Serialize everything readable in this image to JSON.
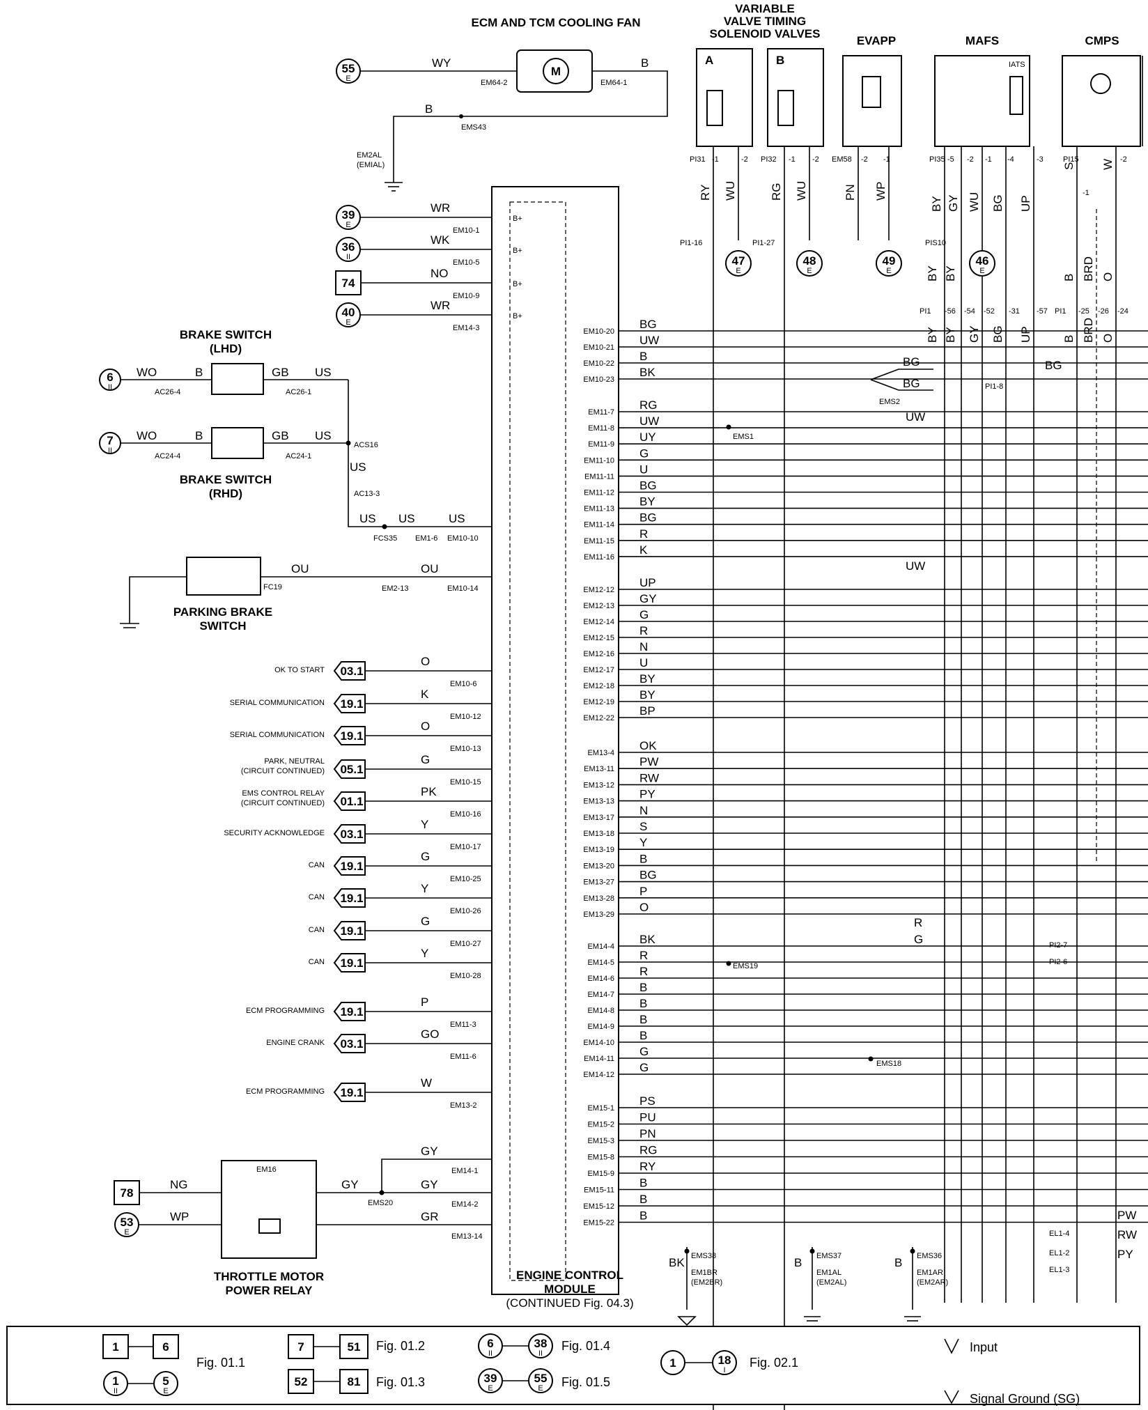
{
  "components": {
    "cooling_fan": "ECM AND TCM COOLING FAN",
    "vvt_line1": "VARIABLE",
    "vvt_line2": "VALVE TIMING",
    "vvt_line3": "SOLENOID VALVES",
    "vvt_a": "A",
    "vvt_b": "B",
    "evapp": "EVAPP",
    "mafs": "MAFS",
    "iats": "IATS",
    "cmps": "CMPS",
    "brake_lhd_1": "BRAKE SWITCH",
    "brake_lhd_2": "(LHD)",
    "brake_rhd_1": "BRAKE SWITCH",
    "brake_rhd_2": "(RHD)",
    "parking_1": "PARKING BRAKE",
    "parking_2": "SWITCH",
    "relay_1": "THROTTLE MOTOR",
    "relay_2": "POWER RELAY",
    "relay_id": "EM16",
    "ecm_1": "ENGINE CONTROL",
    "ecm_2": "MODULE",
    "ecm_3": "(CONTINUED Fig. 04.3)"
  },
  "top_refs": [
    {
      "num": "55",
      "sub": "E"
    },
    {
      "num": "39",
      "sub": "E"
    },
    {
      "num": "36",
      "sub": "II"
    },
    {
      "num": "74",
      "sub": ""
    },
    {
      "num": "40",
      "sub": "E"
    },
    {
      "num": "6",
      "sub": "II"
    },
    {
      "num": "7",
      "sub": "II"
    },
    {
      "num": "78",
      "sub": ""
    },
    {
      "num": "53",
      "sub": "E"
    },
    {
      "num": "47",
      "sub": "E"
    },
    {
      "num": "48",
      "sub": "E"
    },
    {
      "num": "49",
      "sub": "E"
    },
    {
      "num": "46",
      "sub": "E"
    }
  ],
  "top_labels": {
    "fan_wire_left": "WY",
    "fan_wire_right": "B",
    "fan_conn_left": "EM64-2",
    "fan_conn_right": "EM64-1",
    "fan_ground_wire": "B",
    "fan_splice": "EMS43",
    "fan_ground_1": "EM2AL",
    "fan_ground_2": "(EMIAL)"
  },
  "power_inputs": [
    {
      "wire": "WR",
      "conn": "EM10-1",
      "pin": "B+"
    },
    {
      "wire": "WK",
      "conn": "EM10-5",
      "pin": "B+"
    },
    {
      "wire": "NO",
      "conn": "EM10-9",
      "pin": "B+"
    },
    {
      "wire": "WR",
      "conn": "EM14-3",
      "pin": "B+"
    }
  ],
  "brake_labels": {
    "wo": "WO",
    "b": "B",
    "gb": "GB",
    "us": "US",
    "lhd_left": "AC26-4",
    "lhd_right": "AC26-1",
    "rhd_left": "AC24-4",
    "rhd_right": "AC24-1",
    "splice1": "ACS16",
    "conn_ac13": "AC13-3",
    "fcs35": "FCS35",
    "em1_6": "EM1-6",
    "em10_10": "EM10-10",
    "ou": "OU",
    "fc19": "FC19",
    "em2_13": "EM2-13",
    "em10_14": "EM10-14"
  },
  "left_signals": [
    {
      "label": "OK TO START",
      "ref": "03.1",
      "wire": "O",
      "conn": "EM10-6"
    },
    {
      "label": "SERIAL COMMUNICATION",
      "ref": "19.1",
      "wire": "K",
      "conn": "EM10-12"
    },
    {
      "label": "SERIAL COMMUNICATION",
      "ref": "19.1",
      "wire": "O",
      "conn": "EM10-13"
    },
    {
      "label": "PARK, NEUTRAL",
      "label2": "(CIRCUIT CONTINUED)",
      "ref": "05.1",
      "wire": "G",
      "conn": "EM10-15"
    },
    {
      "label": "EMS CONTROL RELAY",
      "label2": "(CIRCUIT CONTINUED)",
      "ref": "01.1",
      "wire": "PK",
      "conn": "EM10-16"
    },
    {
      "label": "SECURITY ACKNOWLEDGE",
      "ref": "03.1",
      "wire": "Y",
      "conn": "EM10-17"
    },
    {
      "label": "CAN",
      "ref": "19.1",
      "wire": "G",
      "conn": "EM10-25"
    },
    {
      "label": "CAN",
      "ref": "19.1",
      "wire": "Y",
      "conn": "EM10-26"
    },
    {
      "label": "CAN",
      "ref": "19.1",
      "wire": "G",
      "conn": "EM10-27"
    },
    {
      "label": "CAN",
      "ref": "19.1",
      "wire": "Y",
      "conn": "EM10-28"
    },
    {
      "label": "ECM PROGRAMMING",
      "ref": "19.1",
      "wire": "P",
      "conn": "EM11-3"
    },
    {
      "label": "ENGINE CRANK",
      "ref": "03.1",
      "wire": "GO",
      "conn": "EM11-6"
    },
    {
      "label": "ECM PROGRAMMING",
      "ref": "19.1",
      "wire": "W",
      "conn": "EM13-2"
    }
  ],
  "relay_labels": {
    "ng": "NG",
    "wp": "WP",
    "gy": "GY",
    "gr": "GR",
    "ems20": "EMS20",
    "em14_1": "EM14-1",
    "em14_2": "EM14-2",
    "em13_14": "EM13-14"
  },
  "right_pins": [
    {
      "conn": "EM10-20",
      "wire": "BG"
    },
    {
      "conn": "EM10-21",
      "wire": "UW"
    },
    {
      "conn": "EM10-22",
      "wire": "B"
    },
    {
      "conn": "EM10-23",
      "wire": "BK"
    },
    {
      "conn": "EM11-7",
      "wire": "RG"
    },
    {
      "conn": "EM11-8",
      "wire": "UW"
    },
    {
      "conn": "EM11-9",
      "wire": "UY"
    },
    {
      "conn": "EM11-10",
      "wire": "G"
    },
    {
      "conn": "EM11-11",
      "wire": "U"
    },
    {
      "conn": "EM11-12",
      "wire": "BG"
    },
    {
      "conn": "EM11-13",
      "wire": "BY"
    },
    {
      "conn": "EM11-14",
      "wire": "BG"
    },
    {
      "conn": "EM11-15",
      "wire": "R"
    },
    {
      "conn": "EM11-16",
      "wire": "K"
    },
    {
      "conn": "EM12-12",
      "wire": "UP"
    },
    {
      "conn": "EM12-13",
      "wire": "GY"
    },
    {
      "conn": "EM12-14",
      "wire": "G"
    },
    {
      "conn": "EM12-15",
      "wire": "R"
    },
    {
      "conn": "EM12-16",
      "wire": "N"
    },
    {
      "conn": "EM12-17",
      "wire": "U"
    },
    {
      "conn": "EM12-18",
      "wire": "BY"
    },
    {
      "conn": "EM12-19",
      "wire": "BY"
    },
    {
      "conn": "EM12-22",
      "wire": "BP"
    },
    {
      "conn": "EM13-4",
      "wire": "OK"
    },
    {
      "conn": "EM13-11",
      "wire": "PW"
    },
    {
      "conn": "EM13-12",
      "wire": "RW"
    },
    {
      "conn": "EM13-13",
      "wire": "PY"
    },
    {
      "conn": "EM13-17",
      "wire": "N"
    },
    {
      "conn": "EM13-18",
      "wire": "S"
    },
    {
      "conn": "EM13-19",
      "wire": "Y"
    },
    {
      "conn": "EM13-20",
      "wire": "B"
    },
    {
      "conn": "EM13-27",
      "wire": "BG"
    },
    {
      "conn": "EM13-28",
      "wire": "P"
    },
    {
      "conn": "EM13-29",
      "wire": "O"
    },
    {
      "conn": "EM14-4",
      "wire": "BK"
    },
    {
      "conn": "EM14-5",
      "wire": "R"
    },
    {
      "conn": "EM14-6",
      "wire": "R"
    },
    {
      "conn": "EM14-7",
      "wire": "B"
    },
    {
      "conn": "EM14-8",
      "wire": "B"
    },
    {
      "conn": "EM14-9",
      "wire": "B"
    },
    {
      "conn": "EM14-10",
      "wire": "B"
    },
    {
      "conn": "EM14-11",
      "wire": "G"
    },
    {
      "conn": "EM14-12",
      "wire": "G"
    },
    {
      "conn": "EM15-1",
      "wire": "PS"
    },
    {
      "conn": "EM15-2",
      "wire": "PU"
    },
    {
      "conn": "EM15-3",
      "wire": "PN"
    },
    {
      "conn": "EM15-8",
      "wire": "RG"
    },
    {
      "conn": "EM15-9",
      "wire": "RY"
    },
    {
      "conn": "EM15-11",
      "wire": "B"
    },
    {
      "conn": "EM15-12",
      "wire": "B"
    },
    {
      "conn": "EM15-22",
      "wire": "B"
    }
  ],
  "sensor_pins": {
    "vvt_a": [
      "PI31",
      "-1",
      "-2"
    ],
    "vvt_b": [
      "PI32",
      "-1",
      "-2"
    ],
    "evapp": [
      "EM58",
      "-2",
      "-1"
    ],
    "mafs": [
      "PI35",
      "-5",
      "-2",
      "-1",
      "-4",
      "-3"
    ],
    "cmps": [
      "PI15",
      "-1",
      "-2"
    ],
    "vvt_a_wires": [
      "RY",
      "WU"
    ],
    "vvt_b_wires": [
      "RG",
      "WU"
    ],
    "evapp_wires": [
      "PN",
      "WP"
    ],
    "mafs_wires": [
      "BY",
      "GY",
      "WU",
      "BG",
      "UP"
    ],
    "cmps_wires": [
      "S",
      "W"
    ],
    "pi1_16": "PI1-16",
    "pi1_27": "PI1-27",
    "pis10": "PIS10",
    "pi1_row": [
      "PI1",
      "-56",
      "-54",
      "-52",
      "-31",
      "-57"
    ],
    "pi1_row2": [
      "PI1",
      "-25",
      "-26",
      "-24"
    ],
    "lower_wires": [
      "BY",
      "BY",
      "GY",
      "BG",
      "UP",
      "B",
      "BRD",
      "O"
    ],
    "upper_wires2": [
      "BY",
      "BY",
      "B",
      "BRD",
      "O"
    ]
  },
  "right_labels": {
    "ems2": "EMS2",
    "ems1": "EMS1",
    "pi1_8": "PI1-8",
    "bg": "BG",
    "uw": "UW",
    "ems19": "EMS19",
    "ems18": "EMS18",
    "r": "R",
    "g": "G",
    "pi2_7": "PI2-7",
    "pi2_6": "PI2-6",
    "pw": "PW",
    "rw": "RW",
    "py": "PY",
    "el1_4": "EL1-4",
    "el1_2": "EL1-2",
    "el1_3": "EL1-3"
  },
  "grounds": [
    {
      "wire": "BK",
      "splice": "EMS38",
      "g1": "EM1BR",
      "g2": "(EM2BR)"
    },
    {
      "wire": "B",
      "splice": "EMS37",
      "g1": "EM1AL",
      "g2": "(EM2AL)"
    },
    {
      "wire": "B",
      "splice": "EMS36",
      "g1": "EM1AR",
      "g2": "(EM2AR)"
    }
  ],
  "legend": {
    "r1": {
      "a": "1",
      "b": "6",
      "fig": "Fig. 01.1"
    },
    "r1c": {
      "a": "1",
      "as": "II",
      "b": "5",
      "bs": "E"
    },
    "r2": {
      "a": "7",
      "b": "51",
      "fig": "Fig. 01.2"
    },
    "r3": {
      "a": "52",
      "b": "81",
      "fig": "Fig. 01.3"
    },
    "r4": {
      "a": "6",
      "as": "II",
      "b": "38",
      "bs": "II",
      "fig": "Fig. 01.4"
    },
    "r5": {
      "a": "39",
      "as": "E",
      "b": "55",
      "bs": "E",
      "fig": "Fig. 01.5"
    },
    "r6": {
      "a": "1",
      "b": "18",
      "bs": "I",
      "fig": "Fig. 02.1"
    },
    "input": "Input",
    "sg": "Signal Ground (SG)"
  }
}
